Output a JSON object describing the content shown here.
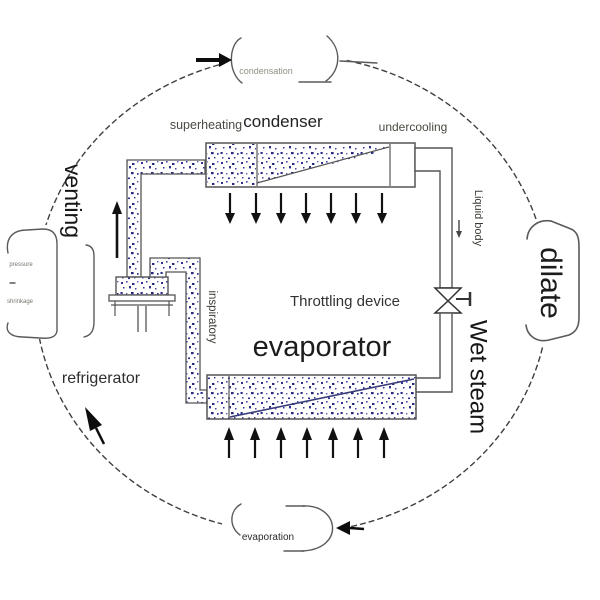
{
  "cycle": {
    "condensation": "condensation",
    "dilate": "dilate",
    "evaporation": "evaporation",
    "compression_line1": "pressure",
    "compression_line2": "shrinkage"
  },
  "labels": {
    "superheating": "superheating",
    "condenser": "condenser",
    "undercooling": "undercooling",
    "venting": "venting",
    "liquid_body": "Liquid body",
    "throttling_device": "Throttling device",
    "evaporator": "evaporator",
    "wet_steam": "Wet steam",
    "inspiratory": "inspiratory",
    "refrigerator": "refrigerator"
  },
  "colors": {
    "speckle_blue": "#2e3192",
    "line_gray": "#555555",
    "arrow_black": "#111111",
    "text_dark": "#1c1c1c",
    "text_gray": "#8f8f83"
  }
}
